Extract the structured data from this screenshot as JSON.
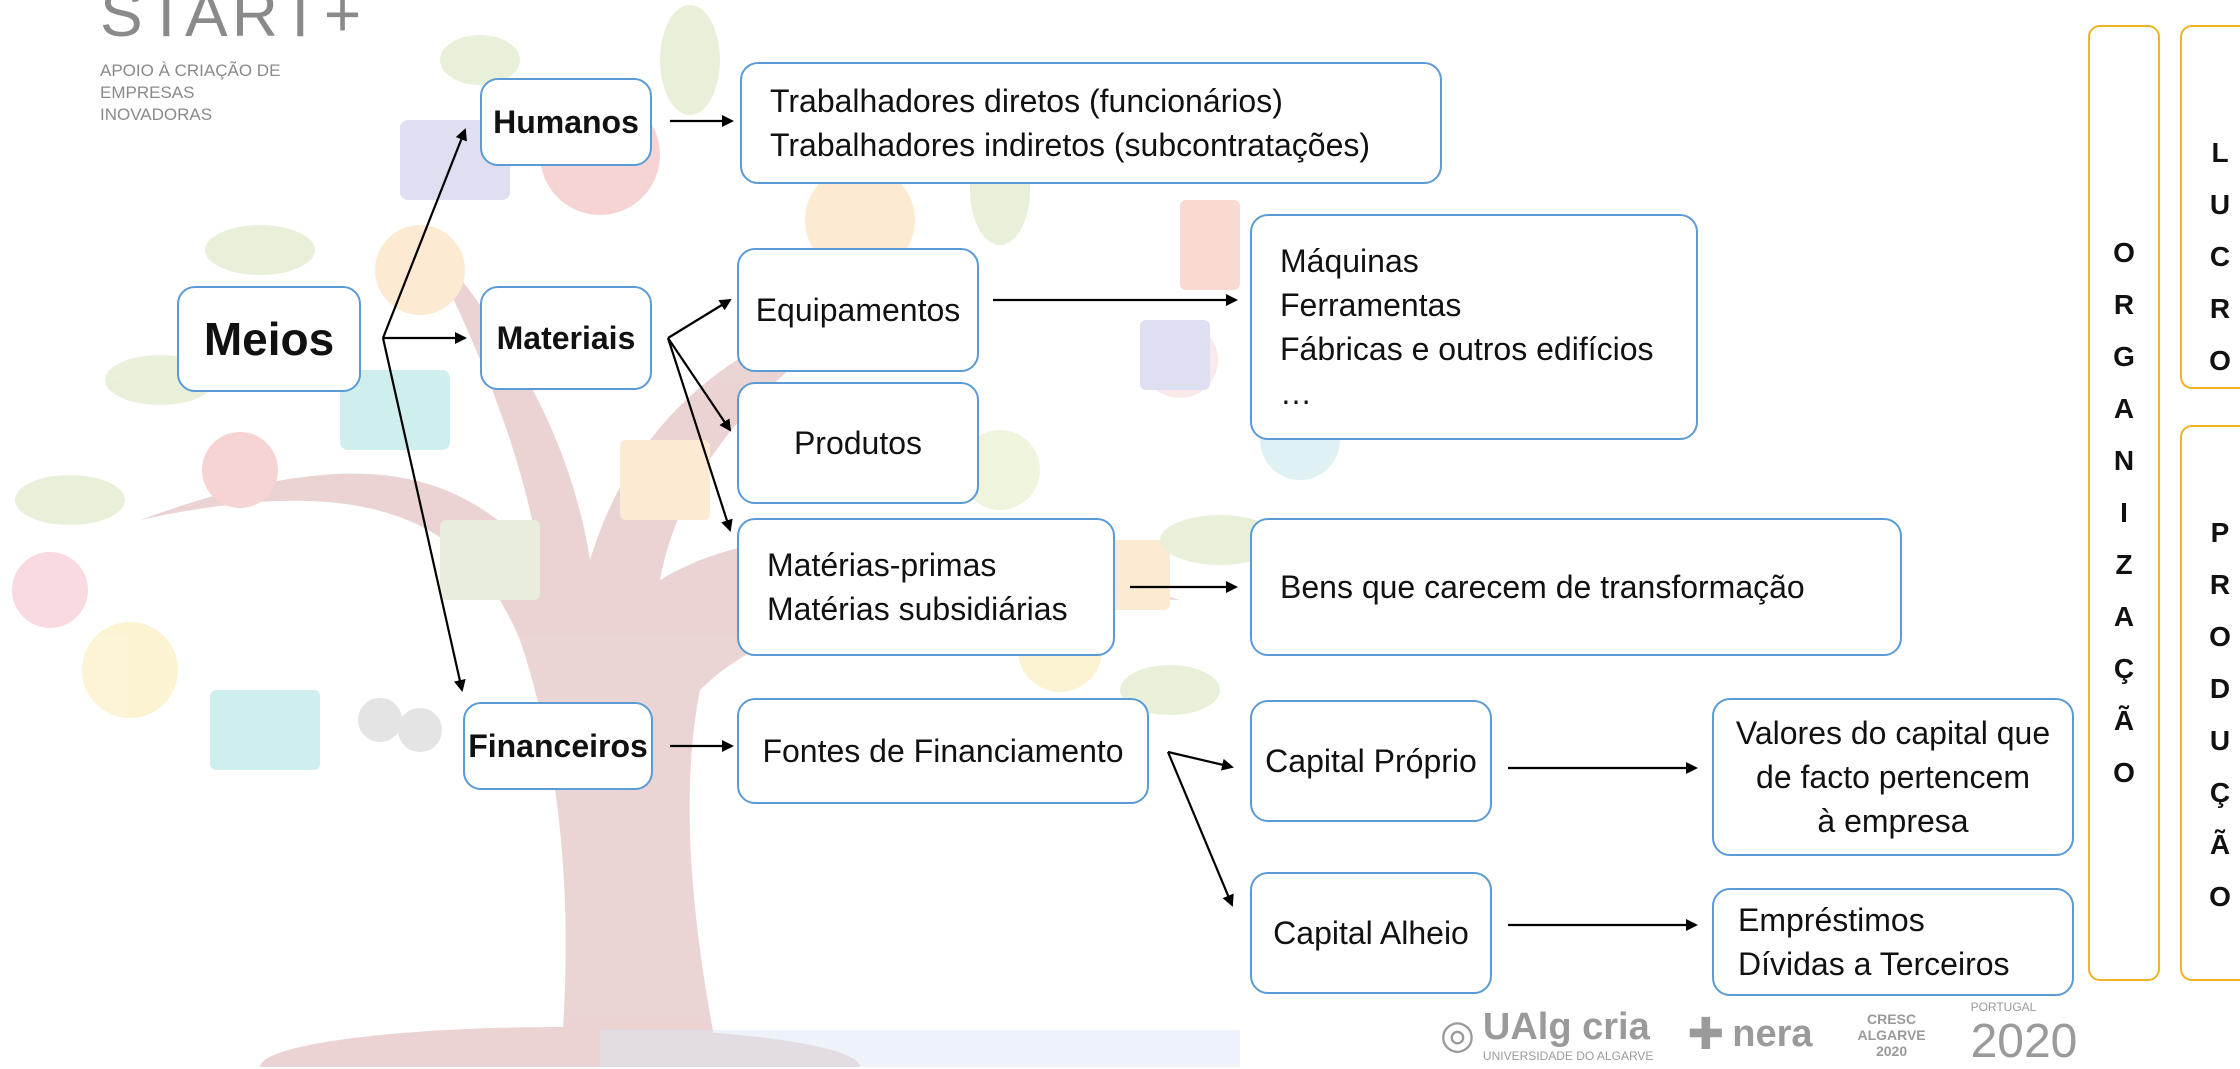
{
  "logo": {
    "title": "START+",
    "subtitle": "APOIO À CRIAÇÃO DE EMPRESAS INOVADORAS"
  },
  "diagram": {
    "root": "Meios",
    "humanos": "Humanos",
    "humanos_detail": [
      "Trabalhadores diretos (funcionários)",
      "Trabalhadores indiretos (subcontratações)"
    ],
    "materiais": "Materiais",
    "equipamentos": "Equipamentos",
    "equipamentos_detail": [
      "Máquinas",
      "Ferramentas",
      "Fábricas e outros edifícios",
      "…"
    ],
    "produtos": "Produtos",
    "materias": [
      "Matérias-primas",
      "Matérias subsidiárias"
    ],
    "materias_detail": "Bens que carecem de transformação",
    "financeiros": "Financeiros",
    "fontes": "Fontes de Financiamento",
    "capital_proprio": "Capital Próprio",
    "capital_proprio_detail": [
      "Valores do capital que",
      "de facto pertencem",
      "à empresa"
    ],
    "capital_alheio": "Capital Alheio",
    "capital_alheio_detail": [
      "Empréstimos",
      "Dívidas a Terceiros"
    ]
  },
  "sidebars": {
    "organizacao": [
      "O",
      "R",
      "G",
      "A",
      "N",
      "I",
      "Z",
      "A",
      "Ç",
      "Ã",
      "O"
    ],
    "lucro": [
      "L",
      "U",
      "C",
      "R",
      "O"
    ],
    "producao": [
      "P",
      "R",
      "O",
      "D",
      "U",
      "Ç",
      "Ã",
      "O"
    ]
  },
  "footer": {
    "ualg": "UAlg cria",
    "ualg_sub": "UNIVERSIDADE DO ALGARVE",
    "nera": "nera",
    "cresc": "CRESC ALGARVE 2020",
    "portugal_top": "PORTUGAL",
    "portugal": "2020"
  },
  "colors": {
    "box_border": "#5b9bd5",
    "bar_border": "#f0b324"
  }
}
